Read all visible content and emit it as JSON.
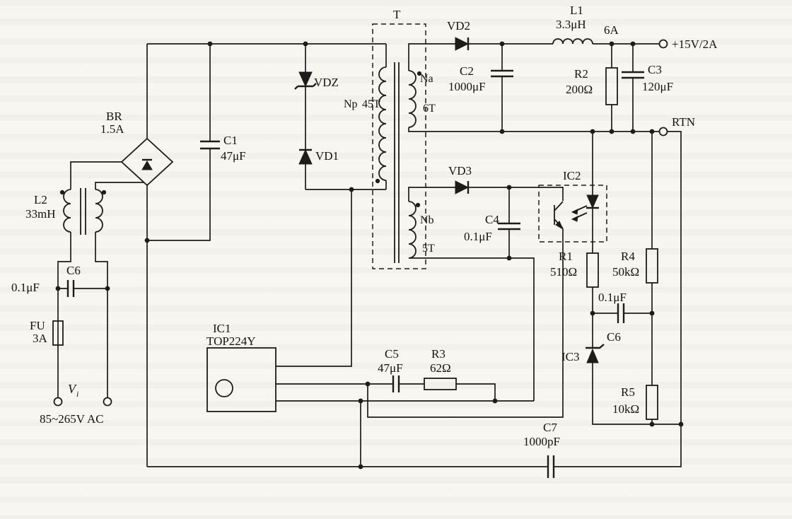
{
  "schematic": {
    "transformer": {
      "ref": "T",
      "np": "Np",
      "np_turns": "45T",
      "na": "Na",
      "na_turns": "6T",
      "nb": "Nb",
      "nb_turns": "5T"
    },
    "terminals": {
      "out_pos": "+15V/2A",
      "out_rtn": "RTN",
      "in_label": "V",
      "in_label_sub": "i",
      "in_value": "85~265V AC"
    },
    "ratings": {
      "rail_current": "6A"
    },
    "components": {
      "vd2": {
        "ref": "VD2"
      },
      "vd3": {
        "ref": "VD3"
      },
      "vd1": {
        "ref": "VD1"
      },
      "vdz": {
        "ref": "VDZ"
      },
      "l1": {
        "ref": "L1",
        "value": "3.3μH"
      },
      "l2": {
        "ref": "L2",
        "value": "33mH"
      },
      "c1": {
        "ref": "C1",
        "value": "47μF"
      },
      "c2": {
        "ref": "C2",
        "value": "1000μF"
      },
      "c3": {
        "ref": "C3",
        "value": "120μF"
      },
      "c4": {
        "ref": "C4",
        "value": "0.1μF"
      },
      "c5": {
        "ref": "C5",
        "value": "47μF"
      },
      "c6_input": {
        "ref": "C6",
        "value": "0.1μF"
      },
      "c6_fb": {
        "ref": "C6",
        "value": "0.1μF"
      },
      "c7": {
        "ref": "C7",
        "value": "1000pF"
      },
      "r1": {
        "ref": "R1",
        "value": "510Ω"
      },
      "r2": {
        "ref": "R2",
        "value": "200Ω"
      },
      "r3": {
        "ref": "R3",
        "value": "62Ω"
      },
      "r4": {
        "ref": "R4",
        "value": "50kΩ"
      },
      "r5": {
        "ref": "R5",
        "value": "10kΩ"
      },
      "br": {
        "ref": "BR",
        "value": "1.5A"
      },
      "fu": {
        "ref": "FU",
        "value": "3A"
      },
      "ic1": {
        "ref": "IC1",
        "value": "TOP224Y"
      },
      "ic2": {
        "ref": "IC2"
      },
      "ic3": {
        "ref": "IC3"
      }
    }
  }
}
